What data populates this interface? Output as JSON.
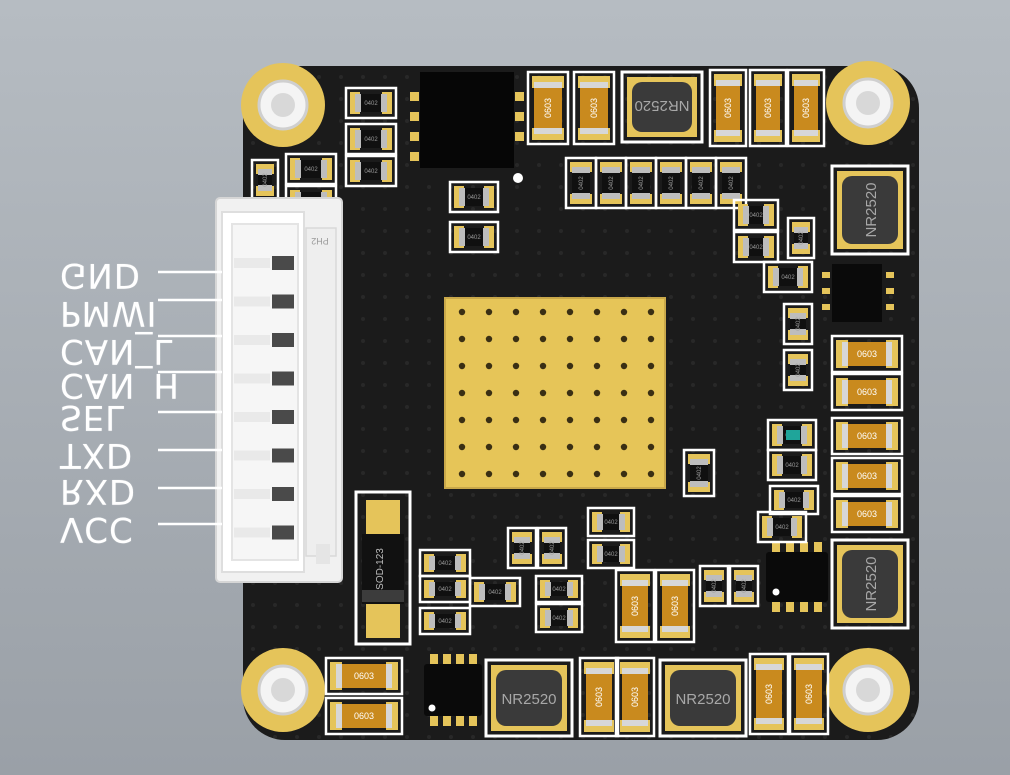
{
  "connector": {
    "pins": [
      "GND",
      "PMWI",
      "CAN_L",
      "CAN_H",
      "SEL",
      "TXD",
      "RXD",
      "VCC"
    ],
    "marking": "PH2"
  },
  "components": {
    "inductor_label": "NR2520",
    "diode_label": "SOD-123",
    "cap_0603": "0603",
    "res_0402": "0402"
  },
  "colors": {
    "board": "#1a1a1a",
    "copper": "#e5c45a",
    "silkscreen": "#ffffff",
    "connector": "#f2f2f2"
  }
}
